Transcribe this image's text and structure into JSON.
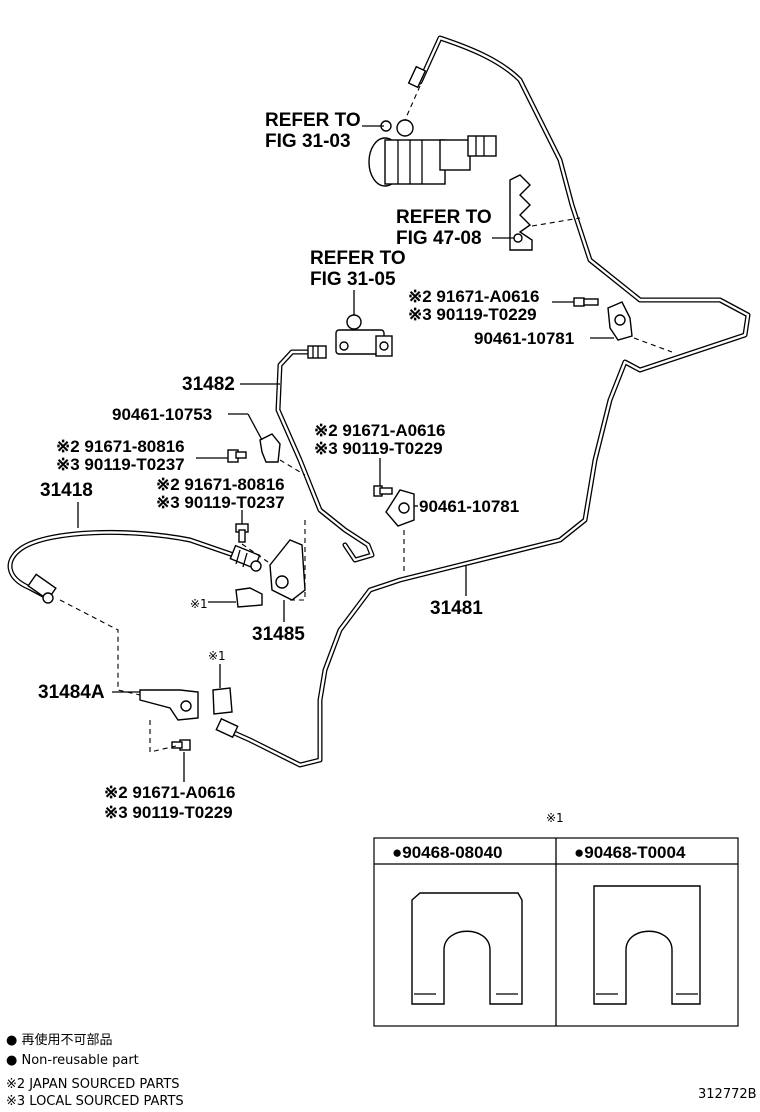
{
  "refs": {
    "fig_31_03": [
      "REFER TO",
      "FIG 31-03"
    ],
    "fig_47_08": [
      "REFER TO",
      "FIG 47-08"
    ],
    "fig_31_05": [
      "REFER TO",
      "FIG 31-05"
    ]
  },
  "parts": {
    "p31482": "31482",
    "p31418": "31418",
    "p31481": "31481",
    "p31485": "31485",
    "p31484A": "31484A",
    "clamp_a_upper": "90461-10781",
    "clamp_a_mid": "90461-10781",
    "clamp_b": "90461-10753",
    "bolt_a_upper": [
      "※2 91671-A0616",
      "※3 90119-T0229"
    ],
    "bolt_a_mid": [
      "※2 91671-A0616",
      "※3 90119-T0229"
    ],
    "bolt_b": [
      "※2 91671-80816",
      "※3 90119-T0237"
    ],
    "bolt_c": [
      "※2 91671-80816",
      "※3 90119-T0237"
    ],
    "bolt_d": [
      "※2 91671-A0616",
      "※3 90119-T0229"
    ],
    "ref1_left": "※1",
    "ref1_clip": "※1"
  },
  "table": {
    "note": "※1",
    "headers": [
      "●90468-08040",
      "●90468-T0004"
    ]
  },
  "legend": {
    "jp": "● 再使用不可部品",
    "en": "● Non-reusable part",
    "japan": "※2 JAPAN SOURCED PARTS",
    "local": "※3 LOCAL SOURCED PARTS"
  },
  "figure_id": "312772B"
}
